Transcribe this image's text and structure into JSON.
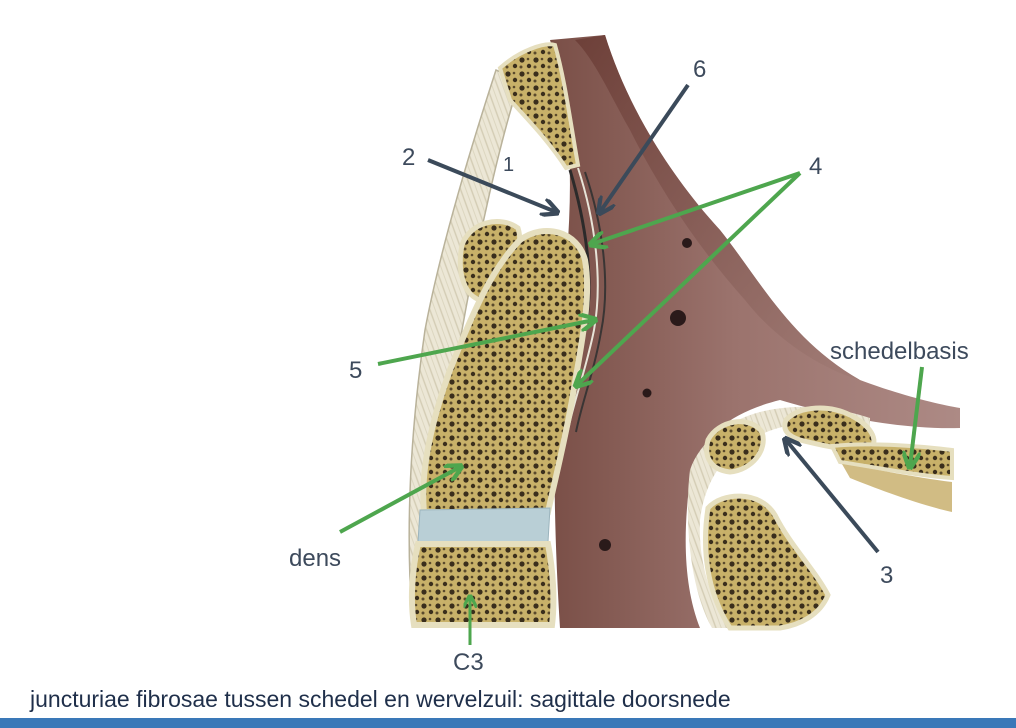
{
  "labels": {
    "n1": "1",
    "n2": "2",
    "n3": "3",
    "n4": "4",
    "n5": "5",
    "n6": "6",
    "schedelbasis": "schedelbasis",
    "dens": "dens",
    "c3": "C3"
  },
  "caption": "juncturiae fibrosae tussen schedel en wervelzuil: sagittale doorsnede",
  "colors": {
    "arrow_dark": "#3b4a5a",
    "arrow_green": "#4ea64e",
    "label_text": "#3d4a5c",
    "caption_text": "#1f2f4a",
    "bottom_bar": "#3a78b8"
  }
}
